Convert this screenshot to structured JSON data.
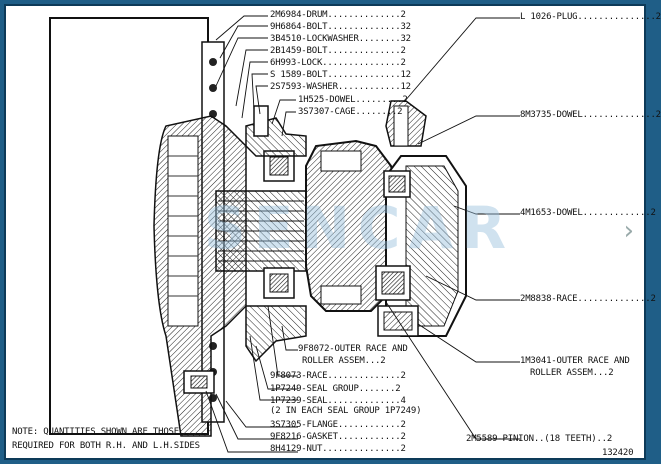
{
  "labels_left": [
    "2M6984-DRUM..............2",
    "9H6864-BOLT..............32",
    "3B4510-LOCKWASHER........32",
    "2B1459-BOLT..............2",
    "6H993-LOCK...............2",
    "S 1589-BOLT..............12",
    "2S7593-WASHER............12",
    "1H525-DOWEL.........2",
    "3S7307-CAGE........2"
  ],
  "labels_right": [
    "L 1026-PLUG...............2",
    "8M3735-DOWEL..............2",
    "4M1653-DOWEL.............2",
    "2M8838-RACE..............2",
    "1M3041-OUTER RACE AND",
    "ROLLER ASSEM...2",
    "2M5589-PINION..(18 TEETH)..2"
  ],
  "labels_bottom": [
    "9F8072-OUTER RACE AND",
    "ROLLER ASSEM...2",
    "9F8073-RACE..............2",
    "1P7249-SEAL GROUP.......2",
    "1P7239-SEAL..............4",
    "(2 IN EACH SEAL GROUP 1P7249)",
    "3S7305-FLANGE............2",
    "9F8216-GASKET............2",
    "8H4129-NUT...............2"
  ],
  "note": {
    "line1": "NOTE: QUANTITIES SHOWN ARE THOSE",
    "line2": "REQUIRED FOR BOTH  R.H. AND L.H.SIDES"
  },
  "figure_number": "132420",
  "watermark": "SENCAR",
  "nav_arrow_icon": "chevron-right-icon"
}
